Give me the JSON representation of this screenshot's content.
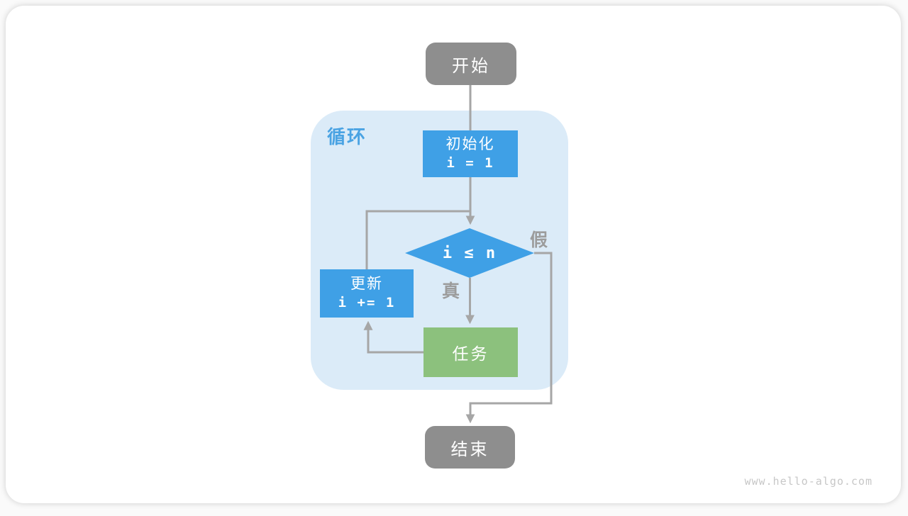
{
  "diagram": {
    "type": "flowchart-loop",
    "loop_region": {
      "label": "循环"
    },
    "nodes": {
      "start": {
        "label": "开始",
        "shape": "rounded-terminal",
        "color": "#8e8e8e"
      },
      "init": {
        "label": "初始化",
        "code": "i = 1",
        "shape": "rect",
        "color": "#3fa0e6"
      },
      "condition": {
        "code": "i ≤ n",
        "shape": "diamond",
        "color": "#3fa0e6"
      },
      "update": {
        "label": "更新",
        "code": "i += 1",
        "shape": "rect",
        "color": "#3fa0e6"
      },
      "task": {
        "label": "任务",
        "shape": "rect",
        "color": "#8cc17d"
      },
      "end": {
        "label": "结束",
        "shape": "rounded-terminal",
        "color": "#8e8e8e"
      }
    },
    "edge_labels": {
      "true_branch": "真",
      "false_branch": "假"
    },
    "colors": {
      "process_blue": "#3fa0e6",
      "task_green": "#8cc17d",
      "terminal_gray": "#8e8e8e",
      "loop_background": "#dbebf8",
      "loop_label_blue": "#4aa3e3",
      "connector_gray": "#a6a6a6",
      "edge_label_gray": "#9c9c9c"
    },
    "watermark": "www.hello-algo.com"
  }
}
